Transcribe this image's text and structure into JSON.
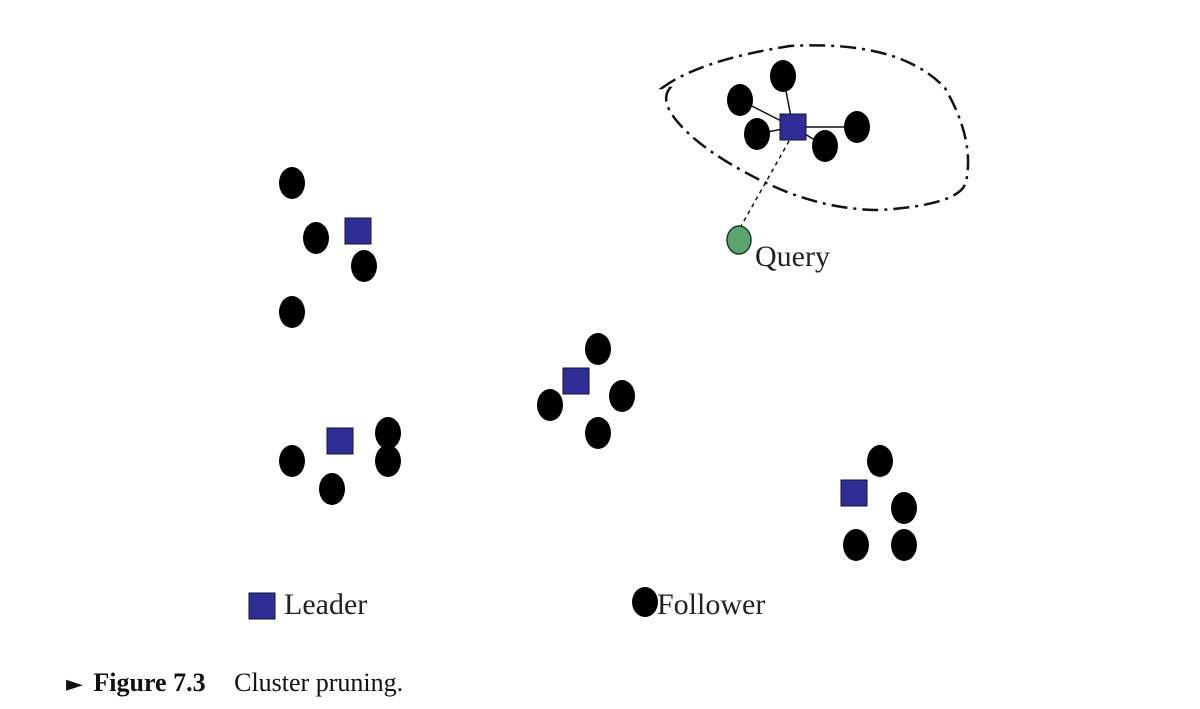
{
  "colors": {
    "leader": "#2e2e96",
    "leader_stroke": "#111133",
    "follower": "#000000",
    "query": "#5aa66e",
    "query_stroke": "#1d3d26",
    "line": "#111111"
  },
  "labels": {
    "query": "Query",
    "leader": "Leader",
    "follower": "Follower"
  },
  "icons": {
    "caption_marker": "triangle-right-icon",
    "leader": "square-icon",
    "follower": "filled-circle-icon"
  },
  "caption": {
    "marker": "►",
    "figure_label": "Figure 7.3",
    "text": "Cluster pruning."
  }
}
